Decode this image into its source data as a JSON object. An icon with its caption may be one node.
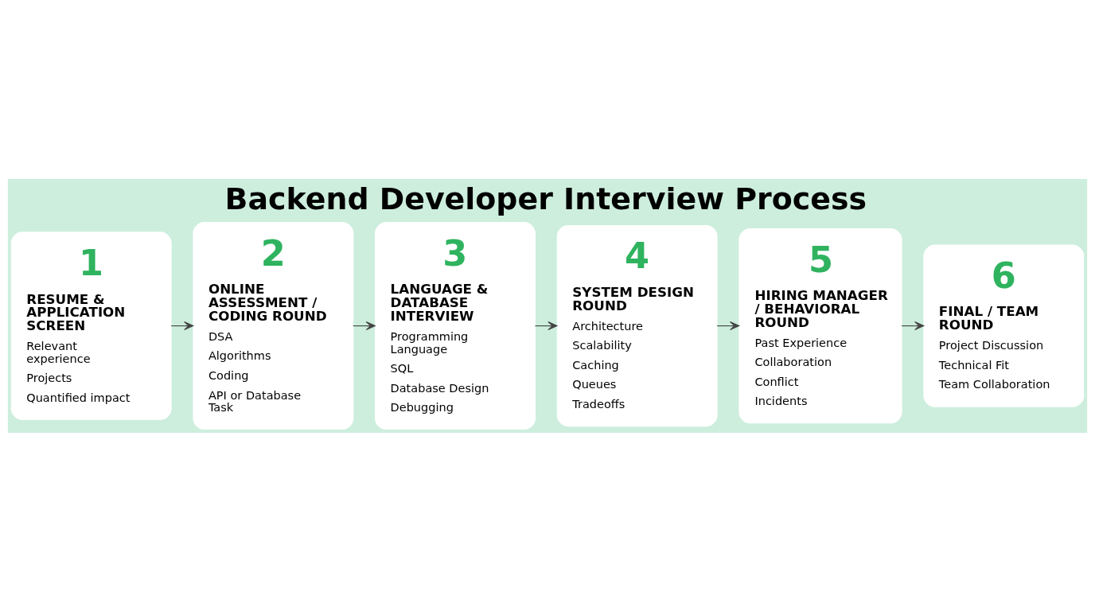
{
  "diagram": {
    "title": "Backend Developer Interview Process",
    "nodes": [
      {
        "text": [
          "1",
          "RESUME & APPLICATION SCREEN",
          "Relevant experience",
          "Projects",
          "Quantified impact"
        ]
      },
      {
        "text": [
          "2",
          "ONLINE ASSESSMENT / CODING ROUND",
          "DSA",
          "Algorithms",
          "Coding",
          "API or Database Task"
        ]
      },
      {
        "text": [
          "3",
          "LANGUAGE & DATABASE INTERVIEW",
          "Programming Language",
          "SQL",
          "Database Design",
          "Debugging"
        ]
      },
      {
        "text": [
          "4",
          "SYSTEM DESIGN ROUND",
          "Architecture",
          "Scalability",
          "Caching",
          "Queues",
          "Tradeoffs"
        ]
      },
      {
        "text": [
          "5",
          "HIRING MANAGER / BEHAVIORAL ROUND",
          "Past Experience",
          "Collaboration",
          "Conflict",
          "Incidents"
        ]
      },
      {
        "text": [
          "6",
          "FINAL / TEAM ROUND",
          "Project Discussion",
          "Technical Fit",
          "Team Collaboration"
        ]
      }
    ],
    "edges": [
      {
        "from": 0,
        "to": 1,
        "arrow": "to"
      },
      {
        "from": 1,
        "to": 2,
        "arrow": "to"
      },
      {
        "from": 2,
        "to": 3,
        "arrow": "to"
      },
      {
        "from": 3,
        "to": 4,
        "arrow": "to"
      },
      {
        "from": 4,
        "to": 5,
        "arrow": "to"
      }
    ]
  }
}
